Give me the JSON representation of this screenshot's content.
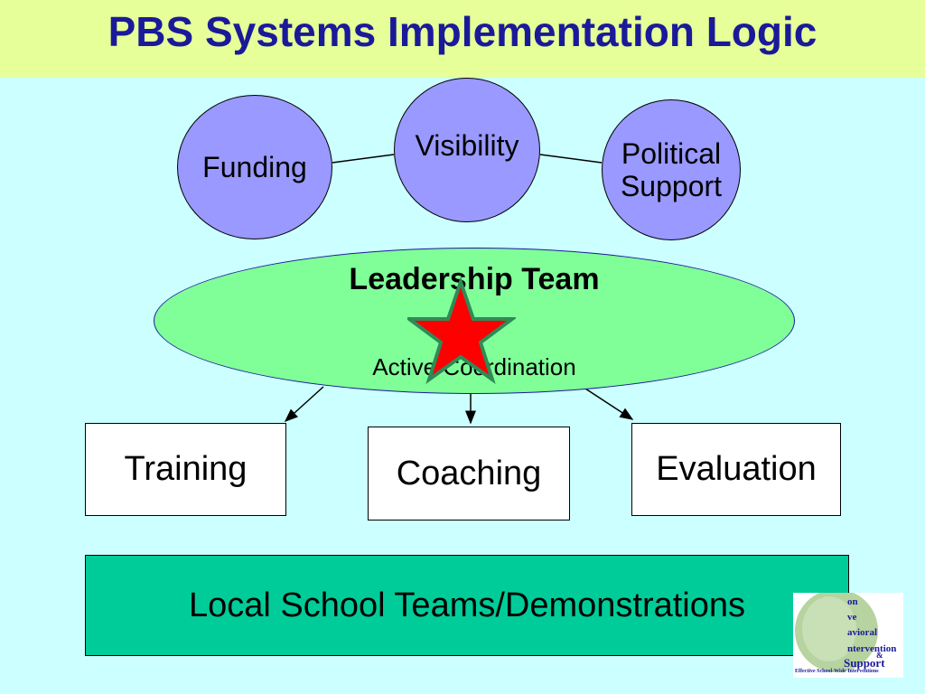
{
  "title": "PBS Systems Implementation Logic",
  "supports": {
    "funding": "Funding",
    "visibility": "Visibility",
    "political_line1": "Political",
    "political_line2": "Support"
  },
  "leadership": {
    "title": "Leadership Team",
    "subtitle": "Active Coordination"
  },
  "functions": {
    "training": "Training",
    "coaching": "Coaching",
    "evaluation": "Evaluation"
  },
  "local": "Local School Teams/Demonstrations",
  "logo": {
    "line1": "on",
    "line2": "ve",
    "line3": "avioral",
    "line4": "ntervention",
    "line5": "&",
    "line6": "Support",
    "tagline": "Effective School-Wide Interventions"
  },
  "colors": {
    "title_bar": "#e6ff99",
    "title_text": "#1a1a99",
    "background": "#ccffff",
    "circles": "#9999ff",
    "leadership_ellipse": "#80ff99",
    "local_box": "#00cc99",
    "star": "#ff0000"
  }
}
